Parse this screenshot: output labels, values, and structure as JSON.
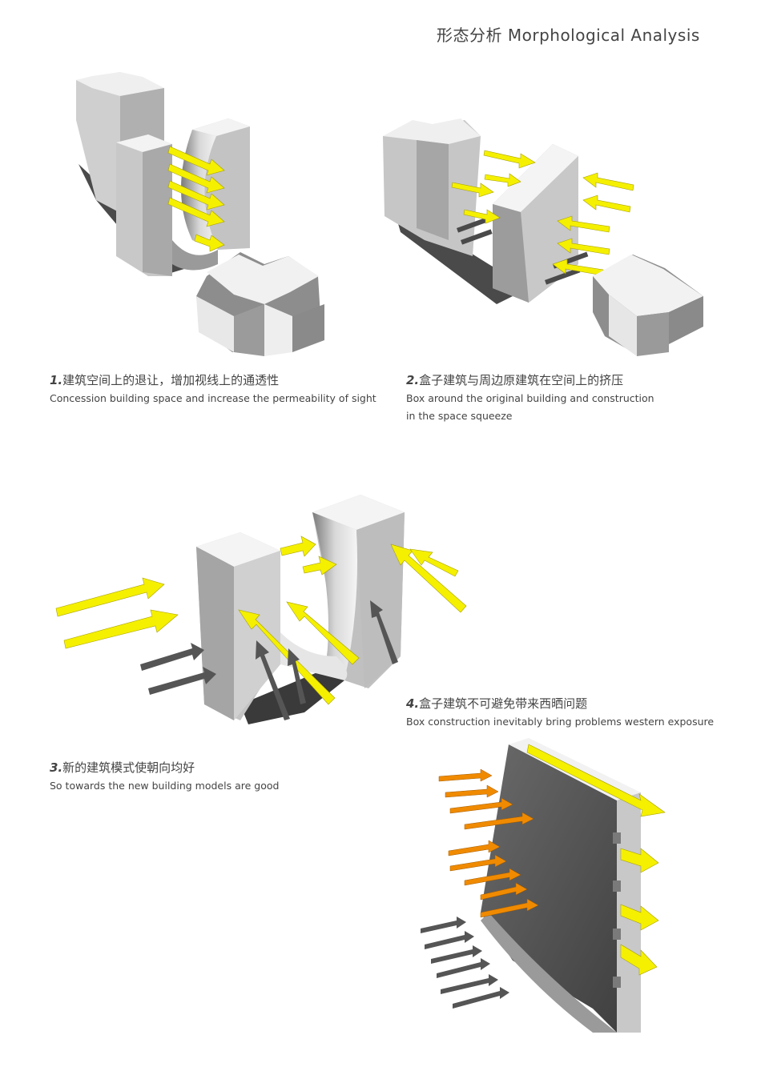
{
  "title": "形态分析  Morphological Analysis",
  "captions": [
    {
      "num": "1.",
      "zh": "建筑空间上的退让，增加视线上的通透性",
      "en": "Concession building space and increase the permeability of sight"
    },
    {
      "num": "2.",
      "zh": "盒子建筑与周边原建筑在空间上的挤压",
      "en1": "Box around the original building and construction",
      "en2": "in the space squeeze"
    },
    {
      "num": "3.",
      "zh": "新的建筑模式使朝向均好",
      "en": "So towards the new building models are good"
    },
    {
      "num": "4.",
      "zh": "盒子建筑不可避免带来西晒问题",
      "en": "Box construction inevitably bring problems western exposure"
    }
  ],
  "colors": {
    "yellow": "#f5f000",
    "orange": "#f08a00",
    "gray_dark": "#555555",
    "face_light": "#f2f2f2",
    "face_mid": "#bdbdbd",
    "face_dark": "#8c8c8c"
  }
}
